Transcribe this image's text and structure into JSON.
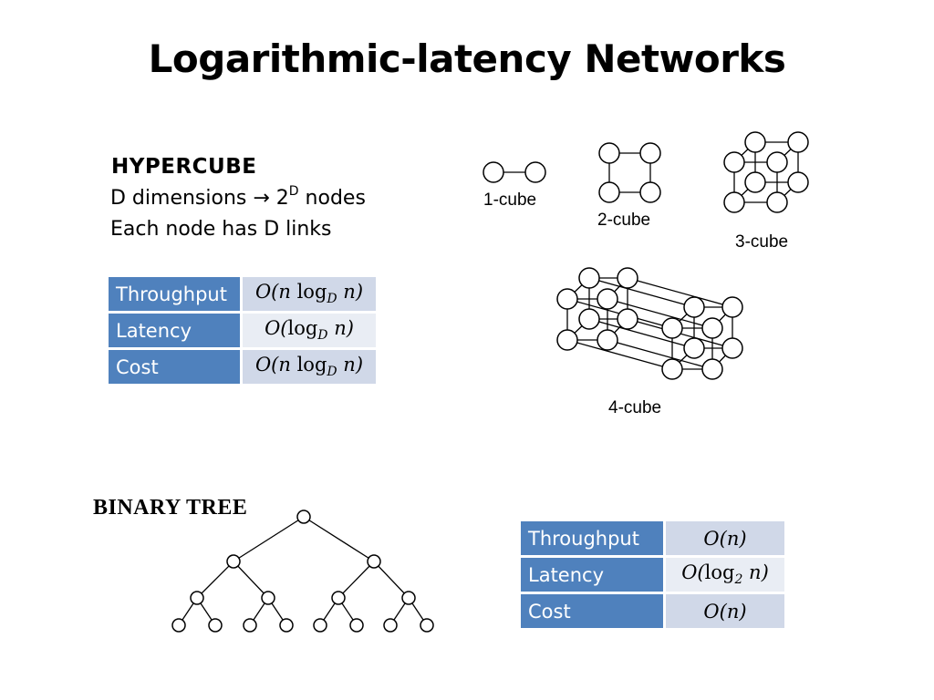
{
  "title": "Logarithmic-latency Networks",
  "hypercube": {
    "heading": "HYPERCUBE",
    "line1_prefix": "D dimensions → 2",
    "line1_sup": "D",
    "line1_suffix": " nodes",
    "line2": "Each node has D links",
    "table": [
      {
        "label": "Throughput",
        "value": "O(n log_D n)"
      },
      {
        "label": "Latency",
        "value": "O(log_D n)"
      },
      {
        "label": "Cost",
        "value": "O(n log_D n)"
      }
    ],
    "cube_labels": {
      "c1": "1-cube",
      "c2": "2-cube",
      "c3": "3-cube",
      "c4": "4-cube"
    }
  },
  "binary_tree": {
    "heading": "BINARY TREE",
    "table": [
      {
        "label": "Throughput",
        "value": "O(n)"
      },
      {
        "label": "Latency",
        "value": "O(log_2 n)"
      },
      {
        "label": "Cost",
        "value": "O(n)"
      }
    ]
  },
  "colors": {
    "table_label_bg": "#4f81bd",
    "table_value_bg_dark": "#d0d8e8",
    "table_value_bg_light": "#e9edf4"
  }
}
